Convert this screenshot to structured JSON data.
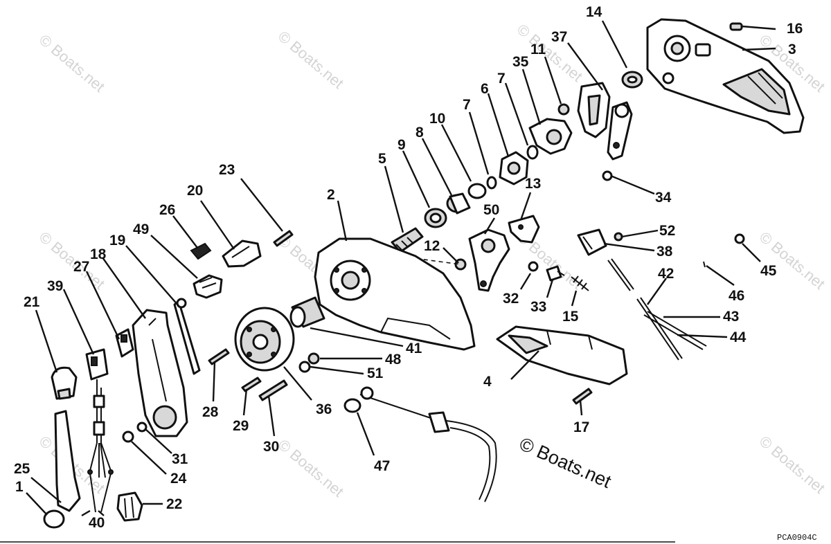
{
  "diagram": {
    "drawing_code": "PCA0904C",
    "main_watermark": "© Boats.net",
    "watermark_text": "© Boats.net",
    "callouts": {
      "c1": "1",
      "c2": "2",
      "c3": "3",
      "c4": "4",
      "c5": "5",
      "c6": "6",
      "c7a": "7",
      "c7b": "7",
      "c8": "8",
      "c9": "9",
      "c10": "10",
      "c11": "11",
      "c12": "12",
      "c13": "13",
      "c14": "14",
      "c15": "15",
      "c16": "16",
      "c17": "17",
      "c18": "18",
      "c19": "19",
      "c20": "20",
      "c21": "21",
      "c22": "22",
      "c23": "23",
      "c24": "24",
      "c25": "25",
      "c26": "26",
      "c27": "27",
      "c28": "28",
      "c29": "29",
      "c30": "30",
      "c31": "31",
      "c32": "32",
      "c33": "33",
      "c34": "34",
      "c35": "35",
      "c36": "36",
      "c37": "37",
      "c38": "38",
      "c39": "39",
      "c40": "40",
      "c41": "41",
      "c42": "42",
      "c43": "43",
      "c44": "44",
      "c45": "45",
      "c46": "46",
      "c47": "47",
      "c48": "48",
      "c49": "49",
      "c50": "50",
      "c51": "51",
      "c52": "52"
    }
  }
}
